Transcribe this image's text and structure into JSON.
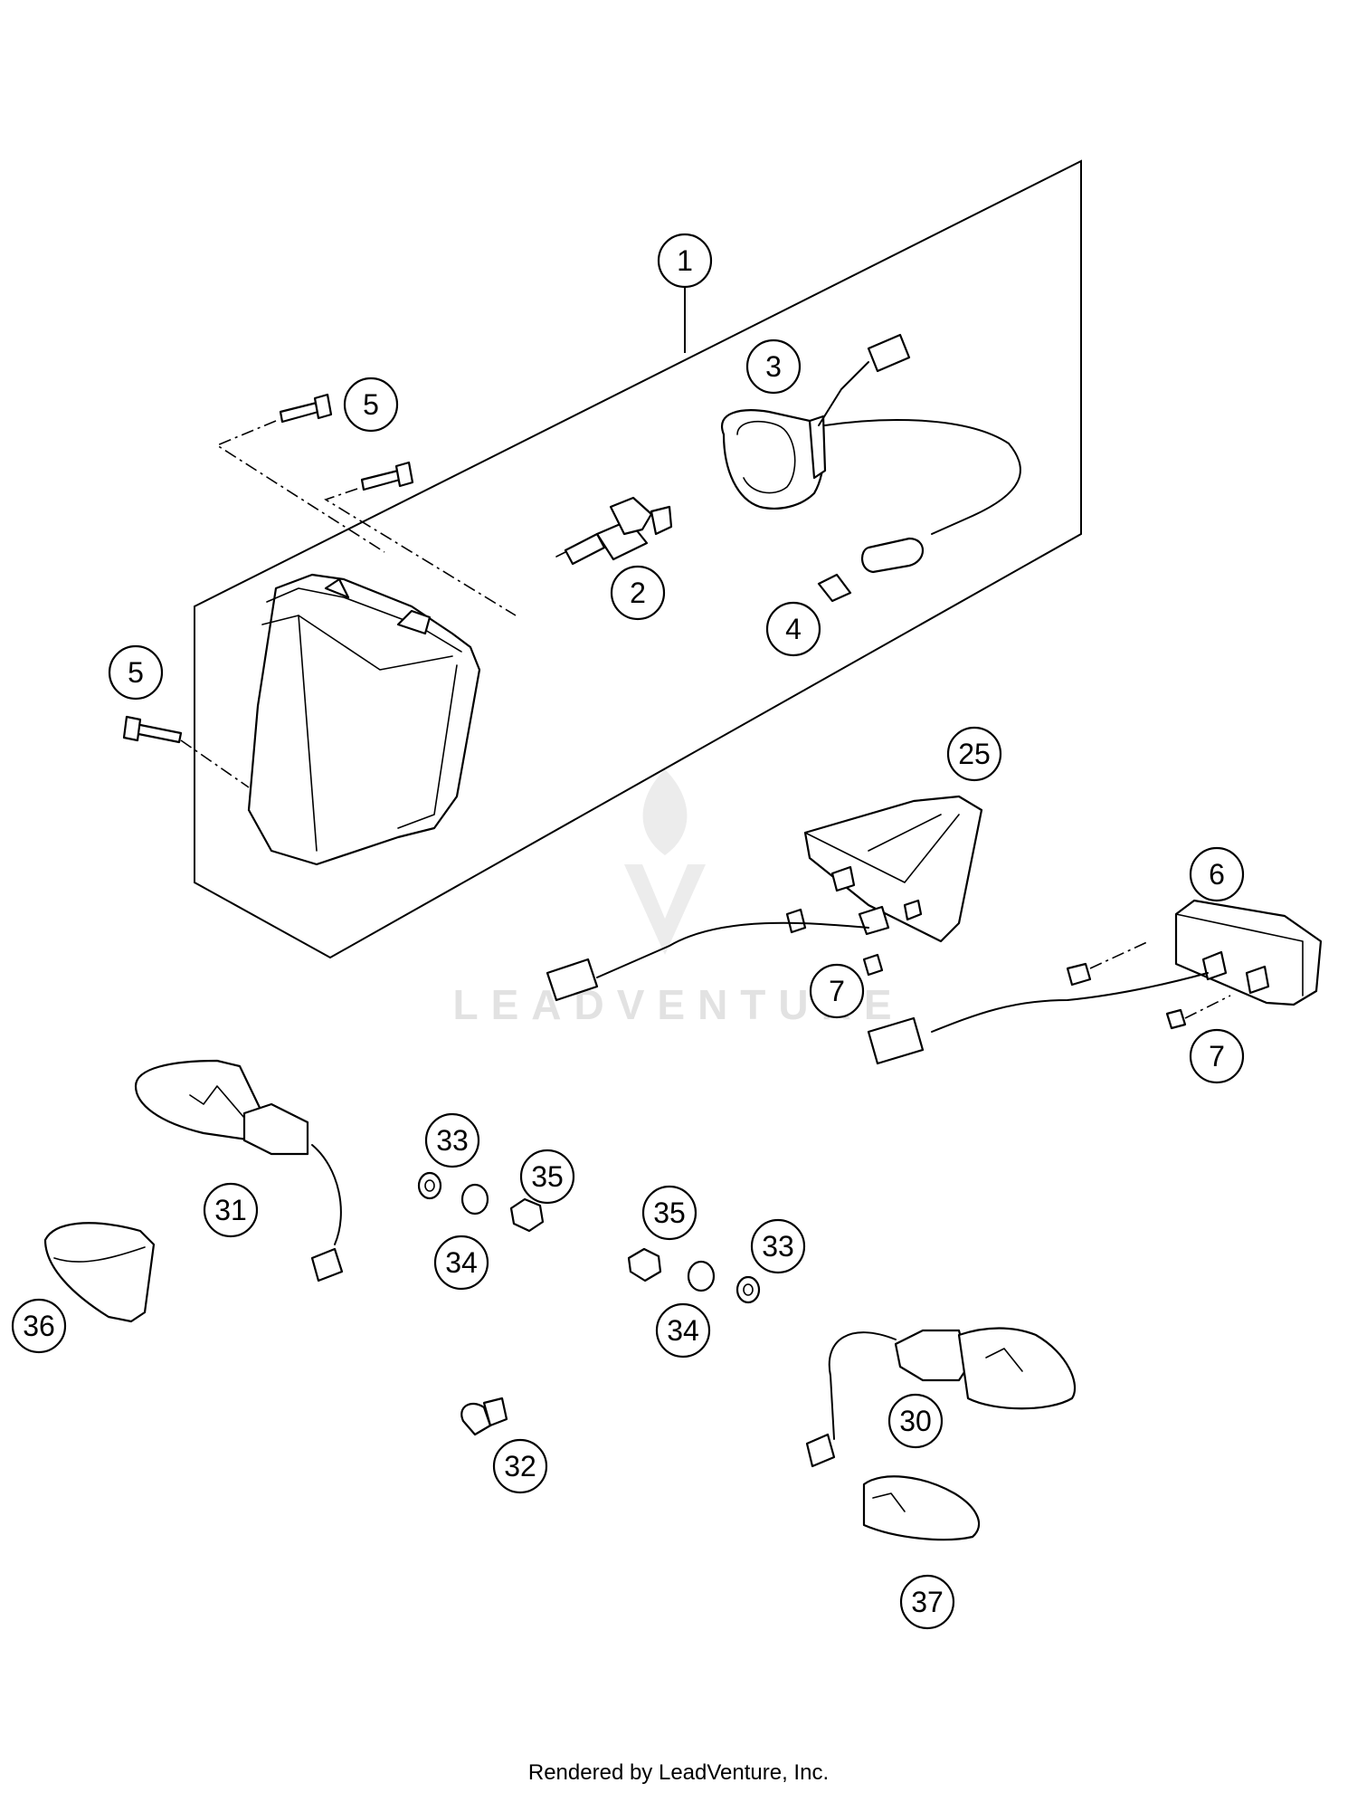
{
  "watermark": {
    "text": "LEADVENTURE"
  },
  "footer": {
    "text": "Rendered by LeadVenture, Inc."
  },
  "callouts": [
    "1",
    "2",
    "3",
    "4",
    "5",
    "5",
    "25",
    "6",
    "7",
    "7",
    "33",
    "35",
    "34",
    "35",
    "33",
    "34",
    "31",
    "36",
    "30",
    "32",
    "37"
  ]
}
